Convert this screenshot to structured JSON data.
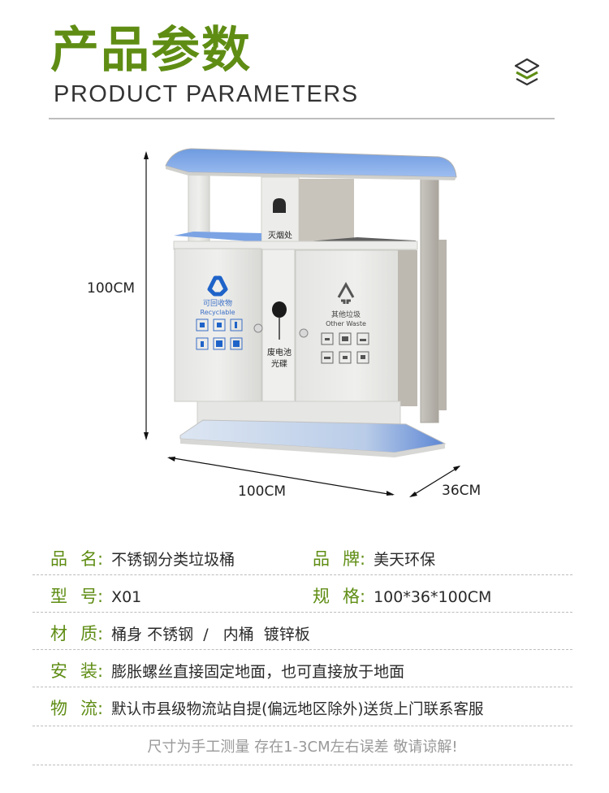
{
  "header": {
    "title_cn": "产品参数",
    "title_en": "PRODUCT  PARAMETERS",
    "icon": "layers-icon"
  },
  "colors": {
    "accent_green": "#5f8d14",
    "text_dark": "#2a2a2a",
    "note_gray": "#999999",
    "divider_gray": "#bdbdbd",
    "recycle_blue": "#1e63c8"
  },
  "product_image": {
    "description": "Stainless steel two-compartment sorting trash bin with blue canopy roof",
    "roof_center_label": "灭烟处",
    "left_bin": {
      "label_cn": "可回收物",
      "label_en": "Recyclable",
      "icon": "recycle-icon"
    },
    "center_panel": {
      "label_line1": "废电池",
      "label_line2": "光碟"
    },
    "right_bin": {
      "label_cn": "其他垃圾",
      "label_en": "Other Waste",
      "icon": "other-waste-icon"
    }
  },
  "dimensions": {
    "height": "100CM",
    "width": "100CM",
    "depth": "36CM"
  },
  "specs": [
    [
      {
        "key": "品名",
        "value": "不锈钢分类垃圾桶"
      },
      {
        "key": "品牌",
        "value": "美天环保"
      }
    ],
    [
      {
        "key": "型号",
        "value": "X01"
      },
      {
        "key": "规格",
        "value": "100*36*100CM"
      }
    ],
    [
      {
        "key": "材质",
        "value": "桶身 不锈钢  /   内桶  镀锌板"
      }
    ],
    [
      {
        "key": "安装",
        "value": "膨胀螺丝直接固定地面，也可直接放于地面"
      }
    ],
    [
      {
        "key": "物流",
        "value": "默认市县级物流站自提(偏远地区除外)送货上门联系客服"
      }
    ]
  ],
  "note": "尺寸为手工测量 存在1-3CM左右误差 敬请谅解!"
}
